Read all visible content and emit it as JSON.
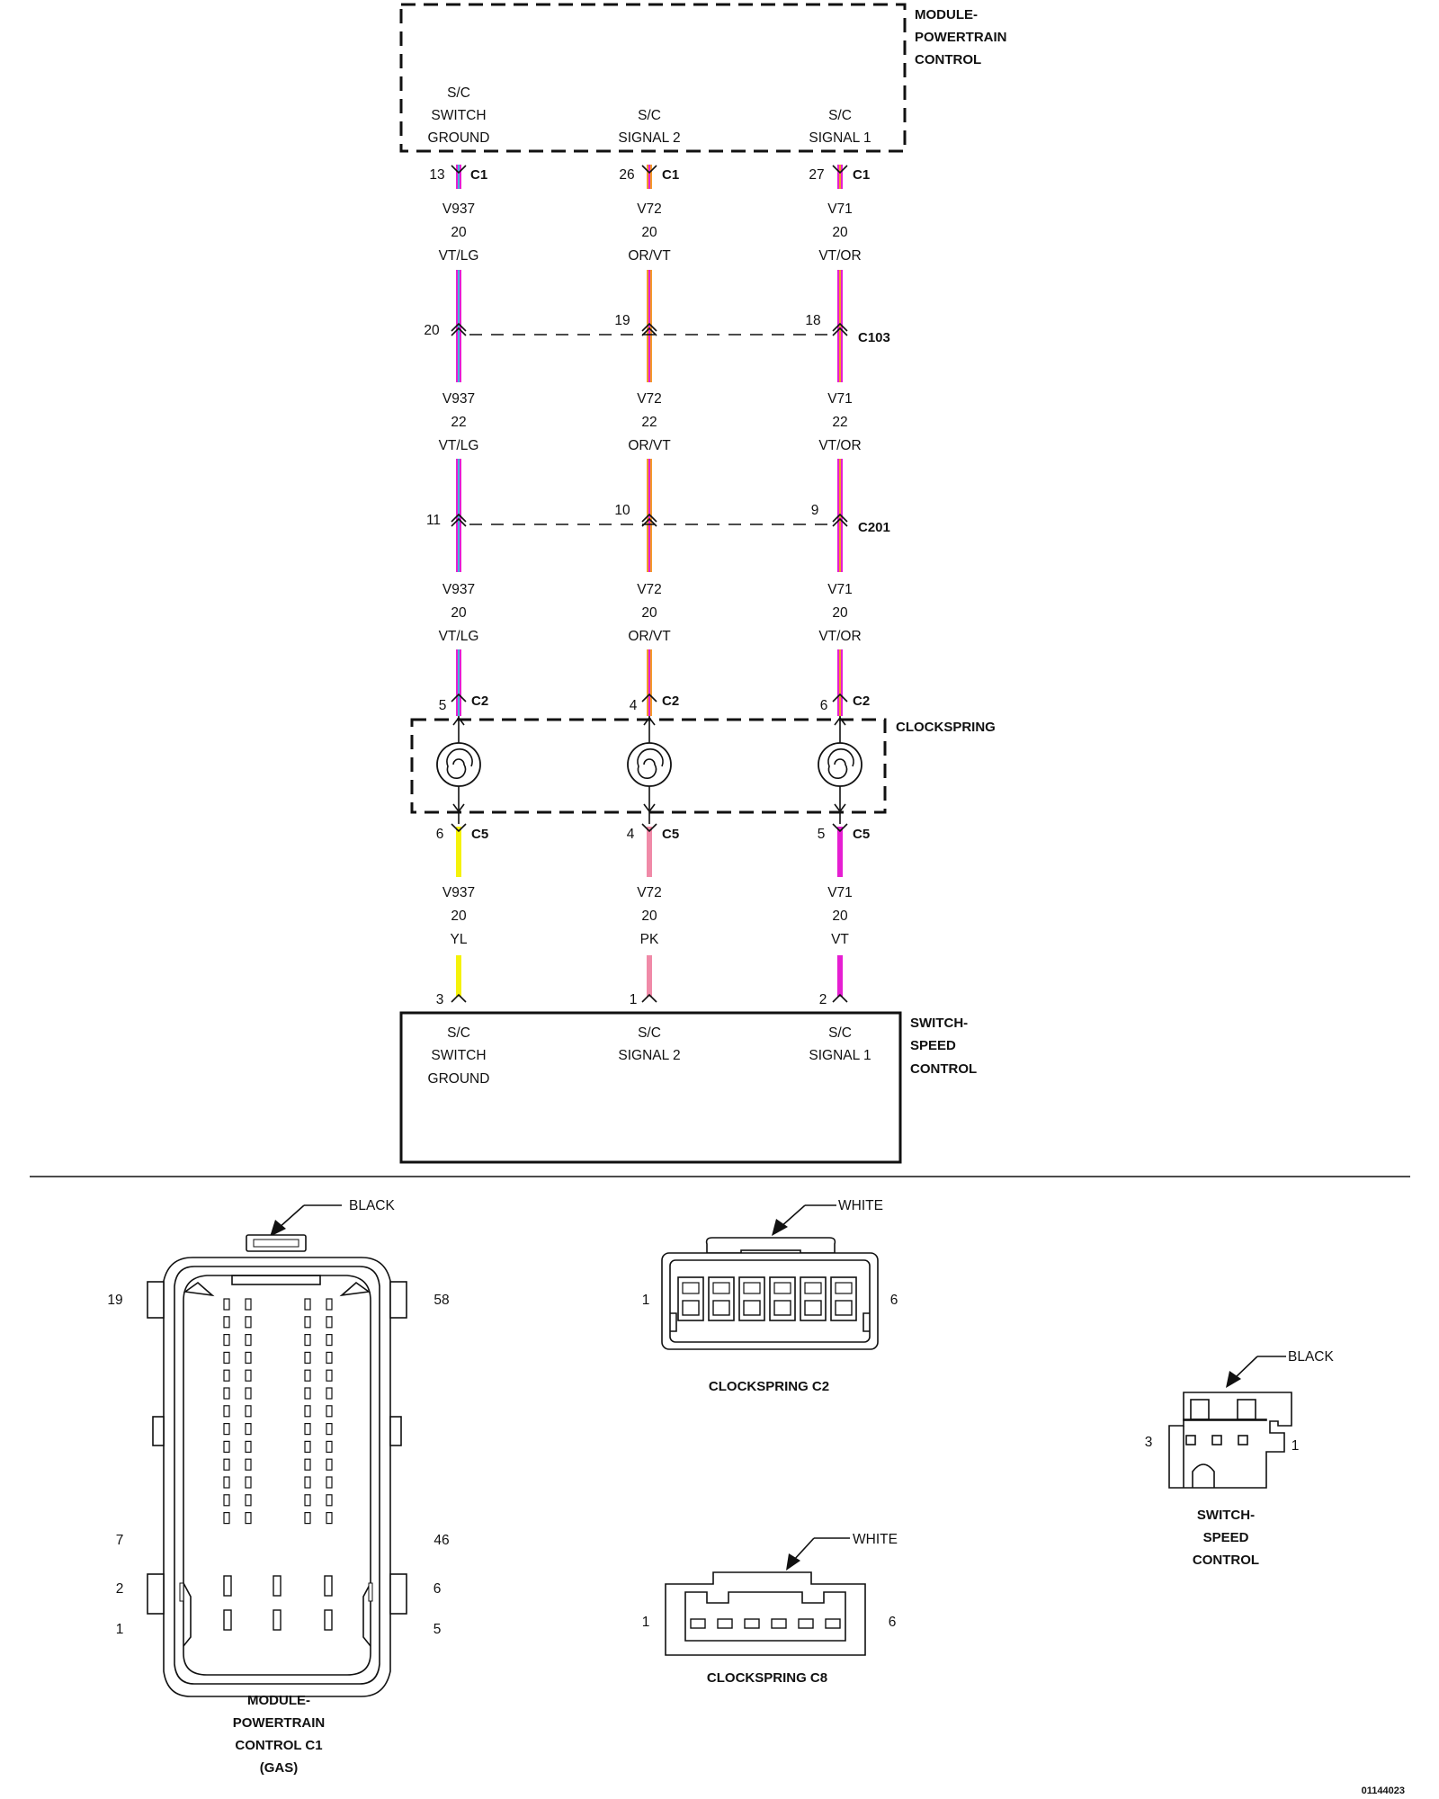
{
  "pcm_module": {
    "title": [
      "MODULE-",
      "POWERTRAIN",
      "CONTROL"
    ],
    "pins": [
      [
        "S/C",
        "SWITCH",
        "GROUND"
      ],
      [
        "S/C",
        "SIGNAL 2"
      ],
      [
        "S/C",
        "SIGNAL 1"
      ]
    ]
  },
  "speed_switch_module": {
    "title": [
      "SWITCH-",
      "SPEED",
      "CONTROL"
    ],
    "pins": [
      [
        "S/C",
        "SWITCH",
        "GROUND"
      ],
      [
        "S/C",
        "SIGNAL 2"
      ],
      [
        "S/C",
        "SIGNAL 1"
      ]
    ]
  },
  "clockspring": {
    "label": "CLOCKSPRING"
  },
  "pcm_connectors": {
    "pins": [
      "13",
      "26",
      "27"
    ],
    "name": "C1"
  },
  "segment1": [
    {
      "circuit": "V937",
      "gauge": "20",
      "color": "VT/LG"
    },
    {
      "circuit": "V72",
      "gauge": "20",
      "color": "OR/VT"
    },
    {
      "circuit": "V71",
      "gauge": "20",
      "color": "VT/OR"
    }
  ],
  "c103": {
    "name": "C103",
    "pins": [
      "20",
      "19",
      "18"
    ]
  },
  "segment2": [
    {
      "circuit": "V937",
      "gauge": "22",
      "color": "VT/LG"
    },
    {
      "circuit": "V72",
      "gauge": "22",
      "color": "OR/VT"
    },
    {
      "circuit": "V71",
      "gauge": "22",
      "color": "VT/OR"
    }
  ],
  "c201": {
    "name": "C201",
    "pins": [
      "11",
      "10",
      "9"
    ]
  },
  "segment3": [
    {
      "circuit": "V937",
      "gauge": "20",
      "color": "VT/LG"
    },
    {
      "circuit": "V72",
      "gauge": "20",
      "color": "OR/VT"
    },
    {
      "circuit": "V71",
      "gauge": "20",
      "color": "VT/OR"
    }
  ],
  "clockspring_c2": {
    "name": "C2",
    "pins": [
      "5",
      "4",
      "6"
    ]
  },
  "clockspring_c5": {
    "name": "C5",
    "pins": [
      "6",
      "4",
      "5"
    ]
  },
  "segment4": [
    {
      "circuit": "V937",
      "gauge": "20",
      "color": "YL"
    },
    {
      "circuit": "V72",
      "gauge": "20",
      "color": "PK"
    },
    {
      "circuit": "V71",
      "gauge": "20",
      "color": "VT"
    }
  ],
  "switch_pins": [
    "3",
    "1",
    "2"
  ],
  "wire_colors": {
    "violet": "#e61ed2",
    "light_green": "#3fb6d8",
    "orange": "#f39a2a",
    "yellow": "#f5f20a",
    "pink": "#f08aa8"
  },
  "connector_views": {
    "pcm_c1": {
      "pointer": "BLACK",
      "pins": {
        "top_left": "19",
        "top_right": "58",
        "left_mid": "7",
        "right_mid": "46",
        "left_2": "2",
        "right_2": "6",
        "left_1": "1",
        "right_1": "5"
      },
      "caption": [
        "MODULE-",
        "POWERTRAIN",
        "CONTROL C1",
        "(GAS)"
      ]
    },
    "clockspring_c2": {
      "pointer": "WHITE",
      "pins": {
        "left": "1",
        "right": "6"
      },
      "caption": "CLOCKSPRING C2"
    },
    "clockspring_c8": {
      "pointer": "WHITE",
      "pins": {
        "left": "1",
        "right": "6"
      },
      "caption": "CLOCKSPRING C8"
    },
    "switch_speed_control": {
      "pointer": "BLACK",
      "pins": {
        "left": "3",
        "right": "1"
      },
      "caption": [
        "SWITCH-",
        "SPEED",
        "CONTROL"
      ]
    }
  },
  "figure_number": "01144023"
}
